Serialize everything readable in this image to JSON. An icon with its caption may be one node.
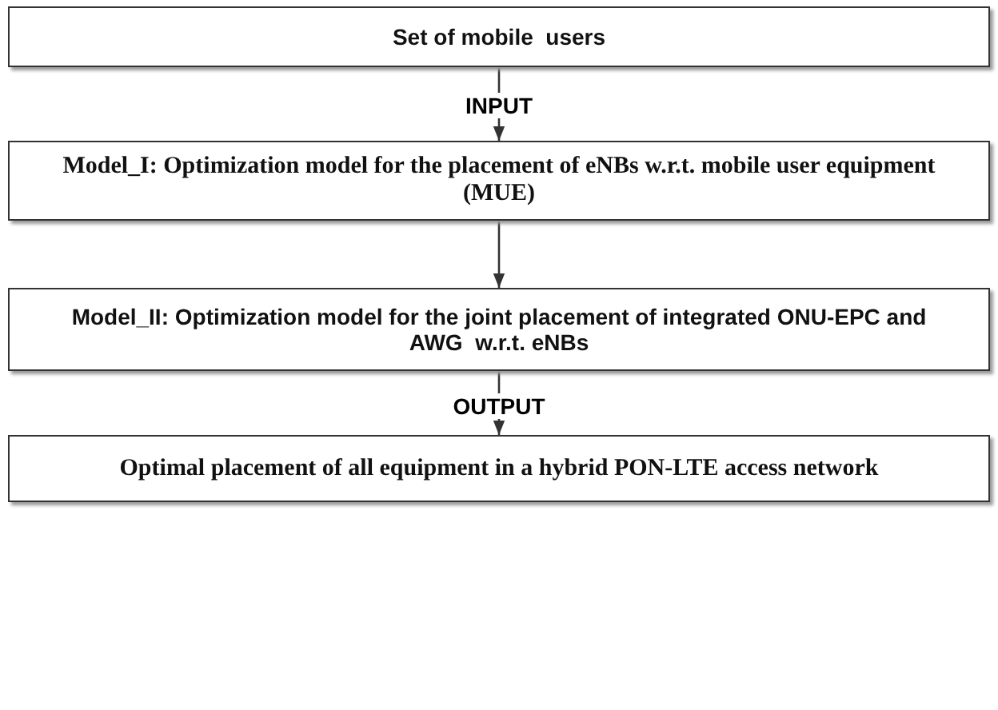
{
  "diagram": {
    "nodes": [
      {
        "text": [
          "Set of mobile  users"
        ]
      },
      {
        "text": [
          "Model_I: Optimization model for the placement of eNBs w.r.t. mobile user equipment (MUE)"
        ]
      },
      {
        "text": [
          "Model_II: Optimization model for the joint placement of integrated ONU-EPC and AWG  w.r.t. eNBs"
        ]
      },
      {
        "text": [
          "Optimal placement of all equipment in a hybrid PON-LTE access network"
        ]
      }
    ],
    "edges": [
      {
        "from": 0,
        "to": 1,
        "arrow": "to",
        "label": "INPUT"
      },
      {
        "from": 1,
        "to": 2,
        "arrow": "to"
      },
      {
        "from": 2,
        "to": 3,
        "arrow": "to",
        "label": "OUTPUT"
      }
    ]
  }
}
